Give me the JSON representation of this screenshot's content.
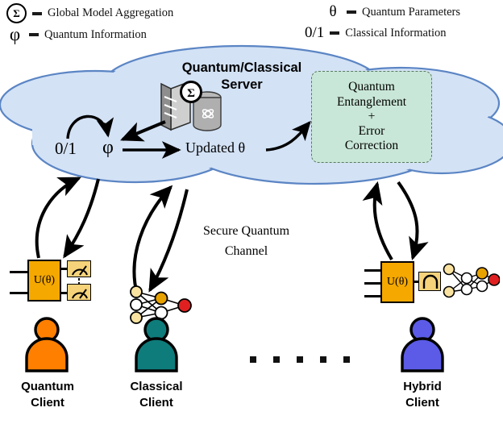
{
  "legend": {
    "items": [
      {
        "symbol": "Σ",
        "symbol_name": "sigma-circle-icon",
        "kind": "circled",
        "label": "Global Model Aggregation"
      },
      {
        "symbol": "φ",
        "symbol_name": "phi-icon",
        "kind": "plain",
        "label": "Quantum Information"
      },
      {
        "symbol": "θ",
        "symbol_name": "theta-icon",
        "kind": "plain",
        "label": "Quantum Parameters"
      },
      {
        "symbol": "0/1",
        "symbol_name": "bits-icon",
        "kind": "plain",
        "label": "Classical Information"
      }
    ]
  },
  "cloud": {
    "title_line1": "Quantum/Classical",
    "title_line2": "Server",
    "bits_label": "0/1",
    "phi_label": "φ",
    "updated_label": "Updated θ",
    "server_sigma": "Σ",
    "entanglement_box": {
      "line1": "Quantum",
      "line2": "Entanglement",
      "line3": "+",
      "line4": "Error",
      "line5": "Correction"
    },
    "fill": "#D3E2F5",
    "stroke": "#5B85C4"
  },
  "channel": {
    "line1": "Secure Quantum",
    "line2": "Channel"
  },
  "clients": [
    {
      "id": "quantum",
      "name_line1": "Quantum",
      "name_line2": "Client",
      "person_color": "#FF7F00",
      "gate_label": "U(θ)",
      "has_gate": true,
      "has_meters": true,
      "has_network": false
    },
    {
      "id": "classical",
      "name_line1": "Classical",
      "name_line2": "Client",
      "person_color": "#0E7C7B",
      "gate_label": "",
      "has_gate": false,
      "has_meters": false,
      "has_network": true
    },
    {
      "id": "hybrid",
      "name_line1": "Hybrid",
      "name_line2": "Client",
      "person_color": "#5B5BE8",
      "gate_label": "U(θ)",
      "has_gate": true,
      "has_meters": true,
      "has_network": true
    }
  ],
  "ellipsis": {
    "count": 5
  },
  "colors": {
    "gate": "#F5A800",
    "meter": "#F6D37A",
    "node_light": "#FAE3A0",
    "node_orange": "#E8A200",
    "node_red": "#E02020",
    "node_white": "#FFFFFF",
    "cloud_fill": "#D3E2F5",
    "cloud_stroke": "#5B85C4",
    "box_fill": "#C9E7D8",
    "box_stroke": "#5A7A62"
  }
}
